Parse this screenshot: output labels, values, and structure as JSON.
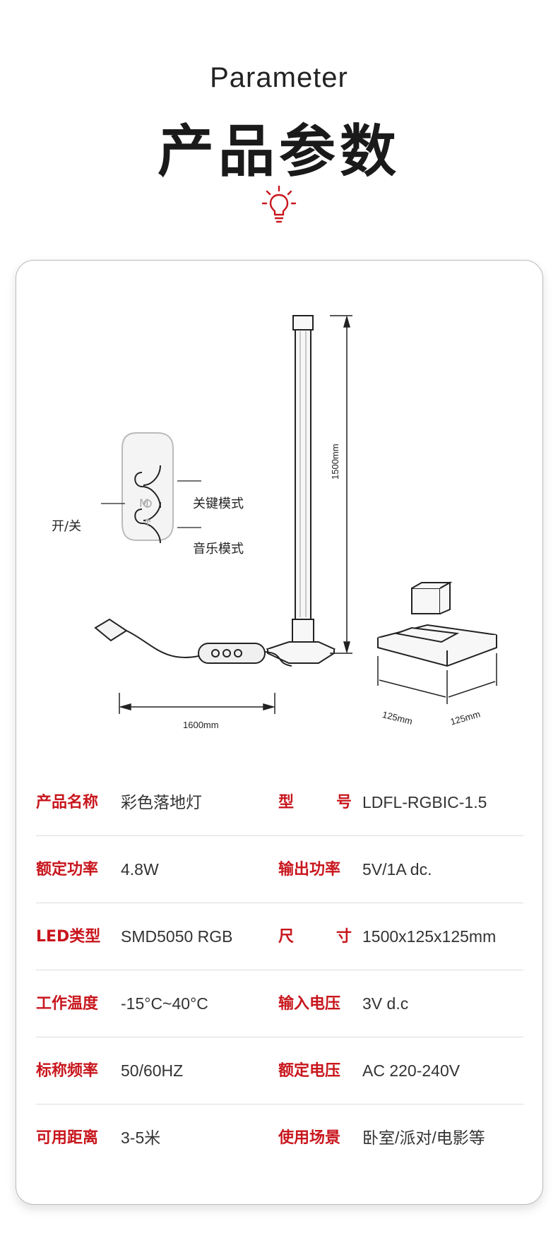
{
  "header": {
    "title_en": "Parameter",
    "title_cn": "产品参数",
    "icon": "lightbulb-icon",
    "accent_color": "#c8161d"
  },
  "diagram": {
    "controller_labels": {
      "key_mode": "关键模式",
      "music_mode": "音乐模式",
      "power": "开/关"
    },
    "controller_button_letter": "M",
    "dimensions": {
      "height": "1500mm",
      "cable_length": "1600mm",
      "base_width": "125mm",
      "base_depth": "125mm"
    }
  },
  "specs": {
    "rows": [
      {
        "left_label": "产品名称",
        "left_value": "彩色落地灯",
        "right_label_a": "型",
        "right_label_b": "号",
        "right_value": "LDFL-RGBIC-1.5"
      },
      {
        "left_label": "额定功率",
        "left_value": "4.8W",
        "right_label": "输出功率",
        "right_value": "5V/1A dc."
      },
      {
        "left_label": "LED类型",
        "left_value": "SMD5050 RGB",
        "right_label_a": "尺",
        "right_label_b": "寸",
        "right_value": "1500x125x125mm"
      },
      {
        "left_label": "工作温度",
        "left_value": "-15°C~40°C",
        "right_label": "输入电压",
        "right_value": "3V d.c"
      },
      {
        "left_label": "标称频率",
        "left_value": "50/60HZ",
        "right_label": "额定电压",
        "right_value": "AC 220-240V"
      },
      {
        "left_label": "可用距离",
        "left_value": "3-5米",
        "right_label": "使用场景",
        "right_value": "卧室/派对/电影等"
      }
    ]
  }
}
